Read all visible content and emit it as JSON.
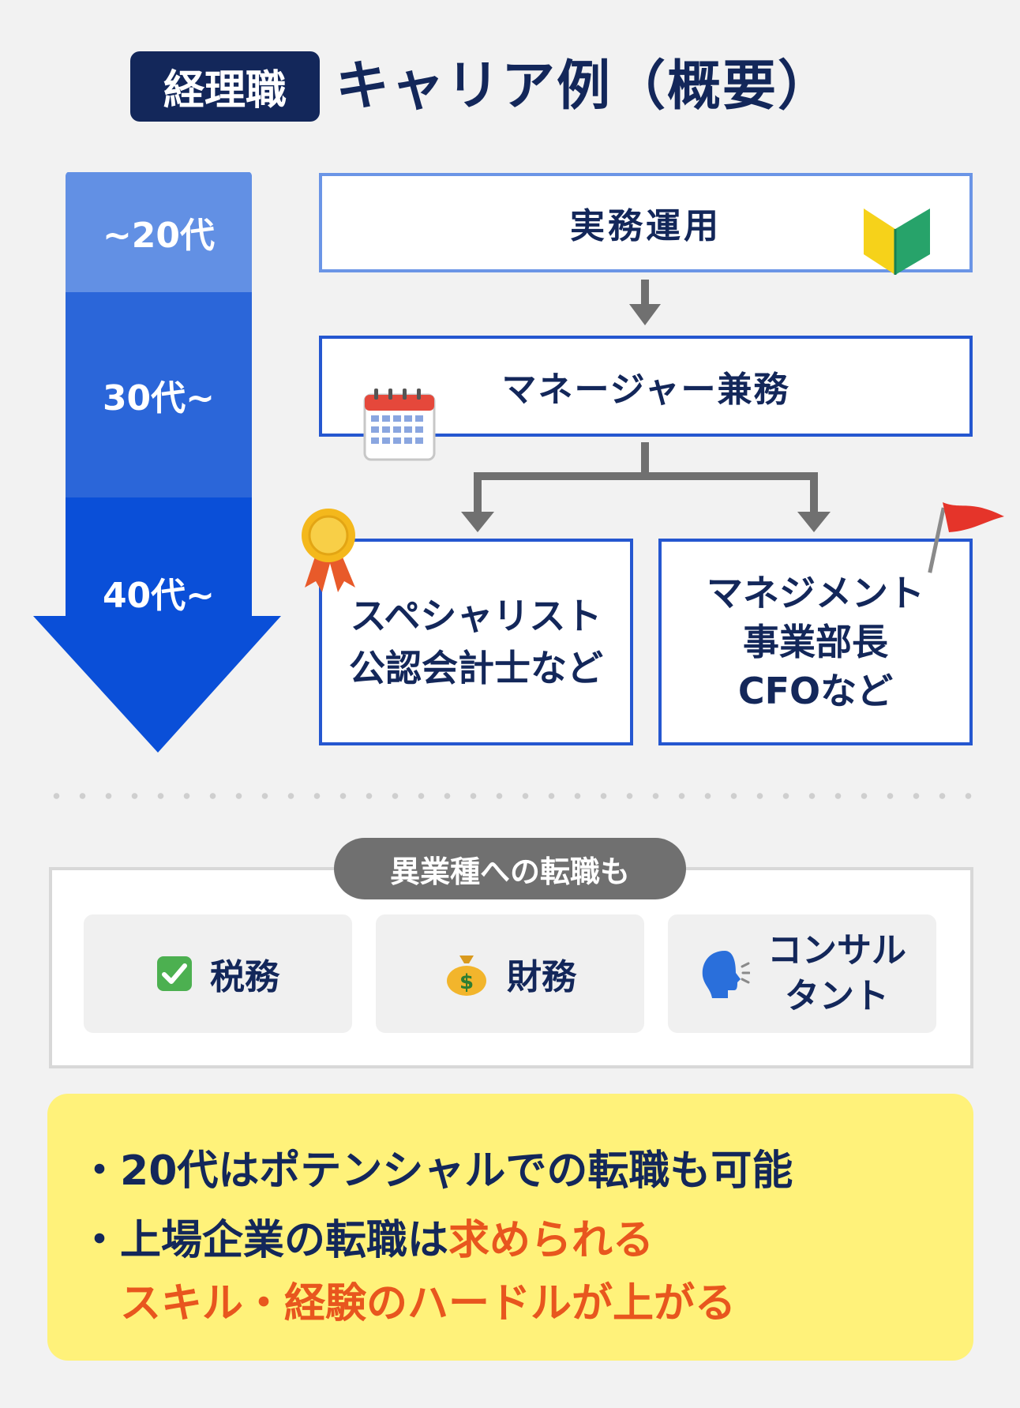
{
  "header": {
    "badge": "経理職",
    "title": "キャリア例（概要）"
  },
  "ages": [
    "~20代",
    "30代~",
    "40代~"
  ],
  "roles": {
    "entry": "実務運用",
    "manager": "マネージャー兼務",
    "specialist_line1": "スペシャリスト",
    "specialist_line2": "公認会計士など",
    "management_line1": "マネジメント",
    "management_line2": "事業部長",
    "management_line3": "CFOなど"
  },
  "other_industry": {
    "label": "異業種への転職も",
    "options": [
      {
        "icon": "check-mark-icon",
        "label": "税務"
      },
      {
        "icon": "money-bag-icon",
        "label": "財務"
      },
      {
        "icon": "speaking-head-icon",
        "label_line1": "コンサル",
        "label_line2": "タント"
      }
    ]
  },
  "notes": {
    "bullet": "・",
    "line1": "20代はポテンシャルでの転職も可能",
    "line2_normal": "上場企業の転職は",
    "line2_highlight": "求められる",
    "line3_highlight": "スキル・経験のハードルが上がる"
  },
  "colors": {
    "navy": "#13275a",
    "age_light": "#6290e4",
    "age_mid": "#2b66d9",
    "age_dark": "#0a4fd8",
    "box_border": "#2557d0",
    "highlight": "#e8561e",
    "note_bg": "#fff27a"
  }
}
